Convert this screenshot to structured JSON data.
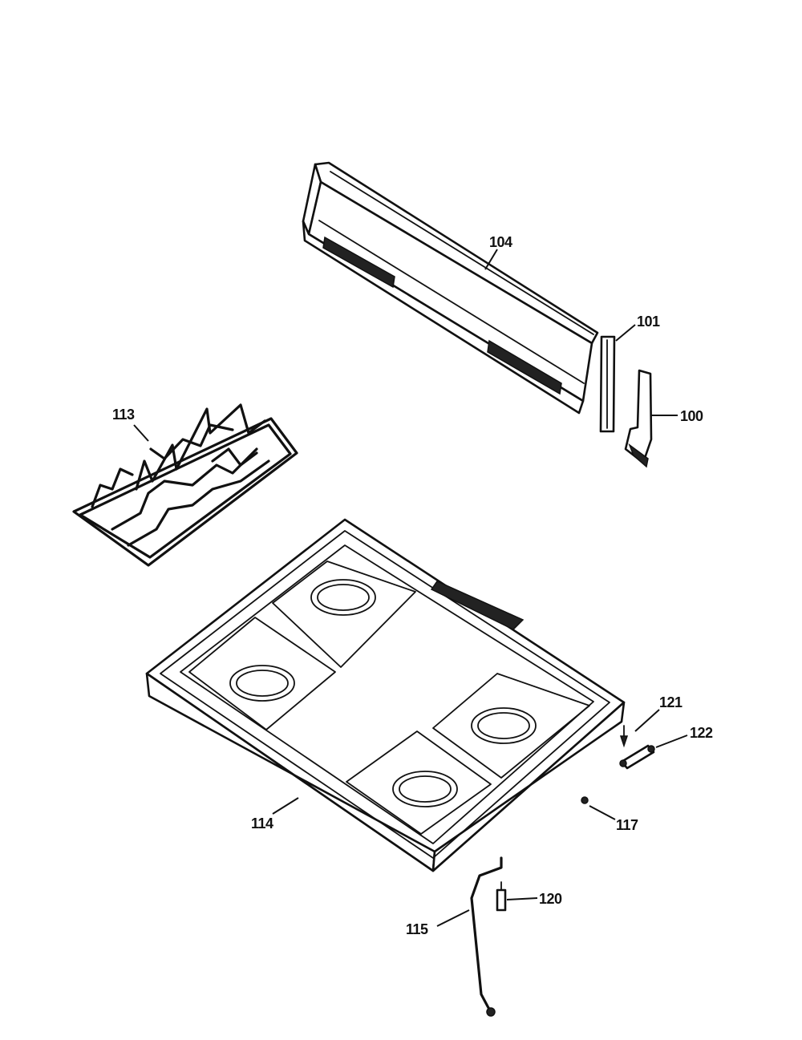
{
  "parts": [
    {
      "id": "104",
      "label": "104",
      "part": "backguard"
    },
    {
      "id": "101",
      "label": "101",
      "part": "backguard-bracket"
    },
    {
      "id": "100",
      "label": "100",
      "part": "end-cap"
    },
    {
      "id": "113",
      "label": "113",
      "part": "burner-grate"
    },
    {
      "id": "114",
      "label": "114",
      "part": "cooktop"
    },
    {
      "id": "121",
      "label": "121",
      "part": "screw"
    },
    {
      "id": "122",
      "label": "122",
      "part": "hinge-pin"
    },
    {
      "id": "117",
      "label": "117",
      "part": "bumper"
    },
    {
      "id": "120",
      "label": "120",
      "part": "clip"
    },
    {
      "id": "115",
      "label": "115",
      "part": "support-rod"
    }
  ]
}
